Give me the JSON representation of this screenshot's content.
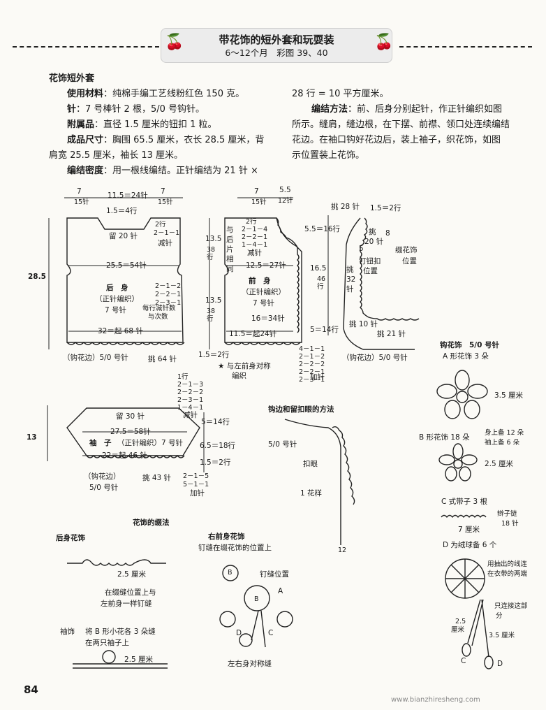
{
  "header": {
    "title": "带花饰的短外套和玩耍装",
    "subtitle": "6～12个月　彩图 39、40"
  },
  "body": {
    "section_title": "花饰短外套",
    "materials_label": "使用材料",
    "materials": "：纯棉手编工艺线粉红色 150 克。",
    "needles_label": "针",
    "needles": "：7 号棒针 2 根，5/0 号钩针。",
    "accessory_label": "附属品",
    "accessory": "：直径 1.5 厘米的钮扣 1 粒。",
    "size_label": "成品尺寸",
    "size_line1": "：胸围 65.5 厘米，衣长 28.5 厘米，背",
    "size_line2": "肩宽 25.5 厘米，袖长 13 厘米。",
    "gauge_label": "编结密度",
    "gauge_line1": "：用一根线编结。正针编结为 21 针 ×",
    "gauge_line2": "28 行 = 10 平方厘米。",
    "method_label": "编结方法",
    "method_line1": "：前、后身分别起针，作正针编织如图",
    "method_line2": "所示。缝肩，缝边根，在下摆、前襟、领口处连续编结",
    "method_line3": "花边。在袖口钩好花边后，装上袖子，织花饰，如图",
    "method_line4": "示位置装上花饰。"
  },
  "back": {
    "top_w1": "7",
    "top_w1b": "15针",
    "top_w2": "11.5＝24针",
    "top_w3": "7",
    "top_w3b": "15针",
    "neck_rows": "1.5＝4行",
    "neck_dec": "留 20 针",
    "neck_dec2": "2行",
    "neck_dec3": "2－1－1",
    "neck_dec4": "减针",
    "height": "28.5",
    "shoulder": "25.5＝54针",
    "name": "后　身",
    "stitch": "（正针编织）",
    "needle": "7 号针",
    "dec1": "2－1－2",
    "dec2": "2－2－1",
    "dec3": "2－3－1",
    "dec_note1": "每行减针数",
    "dec_note2": "与次数",
    "bottom": "32＝起 68 针",
    "border": "（钩花边）5/0 号针",
    "border_count": "挑 64 针"
  },
  "front": {
    "top_w1": "7",
    "top_w1b": "15针",
    "top_w2": "5.5",
    "top_w2b": "12针",
    "h1": "13.5",
    "h1b": "38行",
    "h2": "13.5",
    "h2b": "38行",
    "same": "与后片相同",
    "neck1": "2行",
    "neck2": "2－1－4",
    "neck3": "2－2－1",
    "neck4": "1－4－1",
    "neck_dec": "减针",
    "mid": "12.5＝27针",
    "name": "前　身",
    "stitch": "（正针编织）",
    "needle": "7 号针",
    "inner": "16＝34针",
    "bottom": "11.5＝起24针",
    "bottom_rows": "1.5＝2行",
    "note1": "★ 与左前身对称",
    "note2": "编织",
    "inc1": "4－1－1",
    "inc2": "2－1－2",
    "inc3": "2－2－2",
    "inc4": "2－2－1",
    "inc5": "2－3－1",
    "inc_label": "加针"
  },
  "collar": {
    "pick": "挑 28 针",
    "rows": "1.5＝2行",
    "h1": "5.5＝16行",
    "h2": "16.5",
    "h2b": "46行",
    "h3": "5＝14行",
    "pick2": "挑",
    "pick2b": "8",
    "pick3": "20 针",
    "btn": "5",
    "btn_label": "钉钮扣",
    "btn_label2": "位置",
    "pick4": "挑",
    "pick4b": "32",
    "pick4c": "针",
    "deco1": "缀花饰",
    "deco2": "位置",
    "pick5": "挑 10 针",
    "pick6": "挑 21 针",
    "border": "（钩花边）5/0 号针"
  },
  "sleeve": {
    "inc1": "1行",
    "inc2": "2－1－3",
    "inc3": "2－2－2",
    "inc4": "2－3－1",
    "inc5": "1－4－1",
    "inc_label": "减针",
    "height": "13",
    "top": "留 30 针",
    "top_w": "27.5＝58针",
    "name": "袖　子",
    "stitch": "（正针编织）7 号针",
    "bottom": "22＝起 46 针",
    "h1": "5＝14行",
    "h2": "6.5＝18行",
    "h3": "1.5＝2行",
    "dec1": "2－1－5",
    "dec2": "5－1－1",
    "dec_label": "加针",
    "border": "（钩花边）",
    "border2": "5/0 号针",
    "pick": "挑 43 针"
  },
  "edging": {
    "title": "钩边和留扣眼的方法",
    "needle": "5/0 号针",
    "hole": "扣眼",
    "pattern": "1 花样",
    "num": "12"
  },
  "flowers": {
    "title": "钩花饰　5/0 号针",
    "a": "A 形花饰 3 朵",
    "a_size": "3.5 厘米",
    "b": "B 形花饰 18 朵",
    "b_note1": "身上备 12 朵",
    "b_note2": "袖上备 6 朵",
    "b_size": "2.5 厘米",
    "c": "C 式带子 3 根",
    "c_size": "7 厘米",
    "c_note1": "辫子链",
    "c_note2": "18 针",
    "d": "D 为绒球备 6 个",
    "d_note1": "用抽出的线连",
    "d_note2": "在衣带的两端",
    "conn1": "只连接这部",
    "conn2": "分",
    "conn_size1": "2.5",
    "conn_size1b": "厘米",
    "conn_size2": "3.5 厘米",
    "c_label": "C",
    "d_label": "D"
  },
  "attach": {
    "title": "花饰的缀法",
    "back_title": "后身花饰",
    "back_size": "2.5 厘米",
    "back_note1": "在缀缝位置上与",
    "back_note2": "左前身一样钉缝",
    "front_title": "右前身花饰",
    "front_note": "钉缝在缀花饰的位置上",
    "pos": "钉缝位置",
    "A": "A",
    "B": "B",
    "C": "C",
    "D": "D",
    "sym": "左右身对称缝",
    "sleeve_label": "袖饰",
    "sleeve_note1": "将 B 形小花各 3 朵缝",
    "sleeve_note2": "在两只袖子上",
    "sleeve_size": "2.5 厘米"
  },
  "footer": {
    "page": "84",
    "site": "www.bianzhiresheng.com"
  }
}
